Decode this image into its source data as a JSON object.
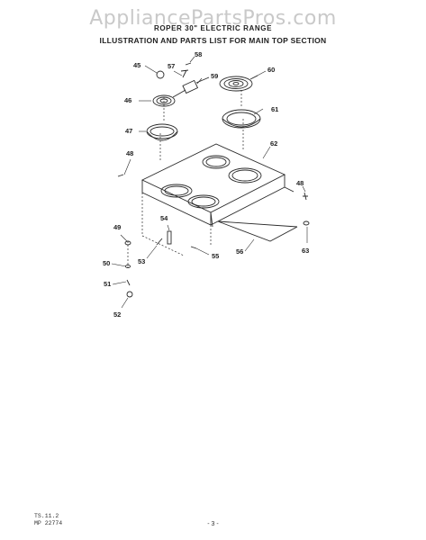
{
  "watermark": "AppliancePartsPros.com",
  "header": {
    "line1": "ROPER 30\" ELECTRIC RANGE",
    "line2": "ILLUSTRATION AND PARTS LIST FOR MAIN TOP SECTION"
  },
  "callouts": {
    "p45": "45",
    "p46": "46",
    "p47": "47",
    "p48a": "48",
    "p48b": "48",
    "p49": "49",
    "p50": "50",
    "p51": "51",
    "p52": "52",
    "p53": "53",
    "p54": "54",
    "p55": "55",
    "p56": "56",
    "p57": "57",
    "p58": "58",
    "p59": "59",
    "p60": "60",
    "p61": "61",
    "p62": "62",
    "p63": "63"
  },
  "footer": {
    "code1": "TS.11.2",
    "code2": "MP 22774",
    "page": "- 3 -"
  }
}
